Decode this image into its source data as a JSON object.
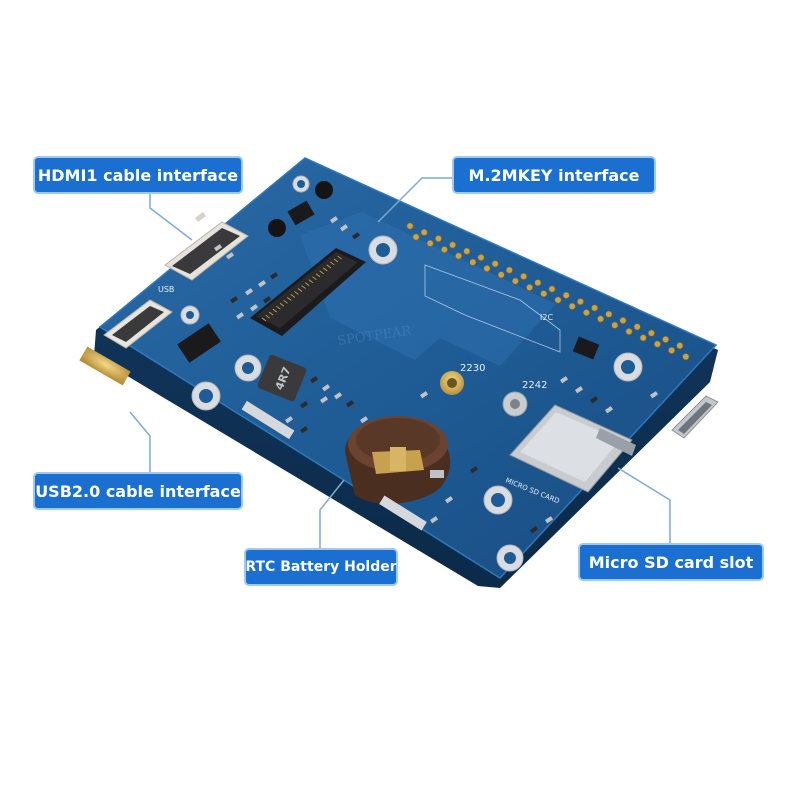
{
  "callouts": {
    "hdmi": "HDMI1 cable interface",
    "m2key": "M.2MKEY interface",
    "usb": "USB2.0 cable interface",
    "rtc": "RTC Battery Holder",
    "sd": "Micro SD card slot"
  },
  "board_text": {
    "usb_label": "USB",
    "size_2230": "2230",
    "size_2242": "2242",
    "micro_sd_label": "MICRO SD CARD",
    "inductor_label": "4R7",
    "i2c_label": "I2C",
    "watermark": "SPOTPEAR"
  },
  "colors": {
    "pcb": "#1f5c96",
    "callout_bg": "#1a6fd0",
    "leader_line": "#7fa9d6"
  }
}
